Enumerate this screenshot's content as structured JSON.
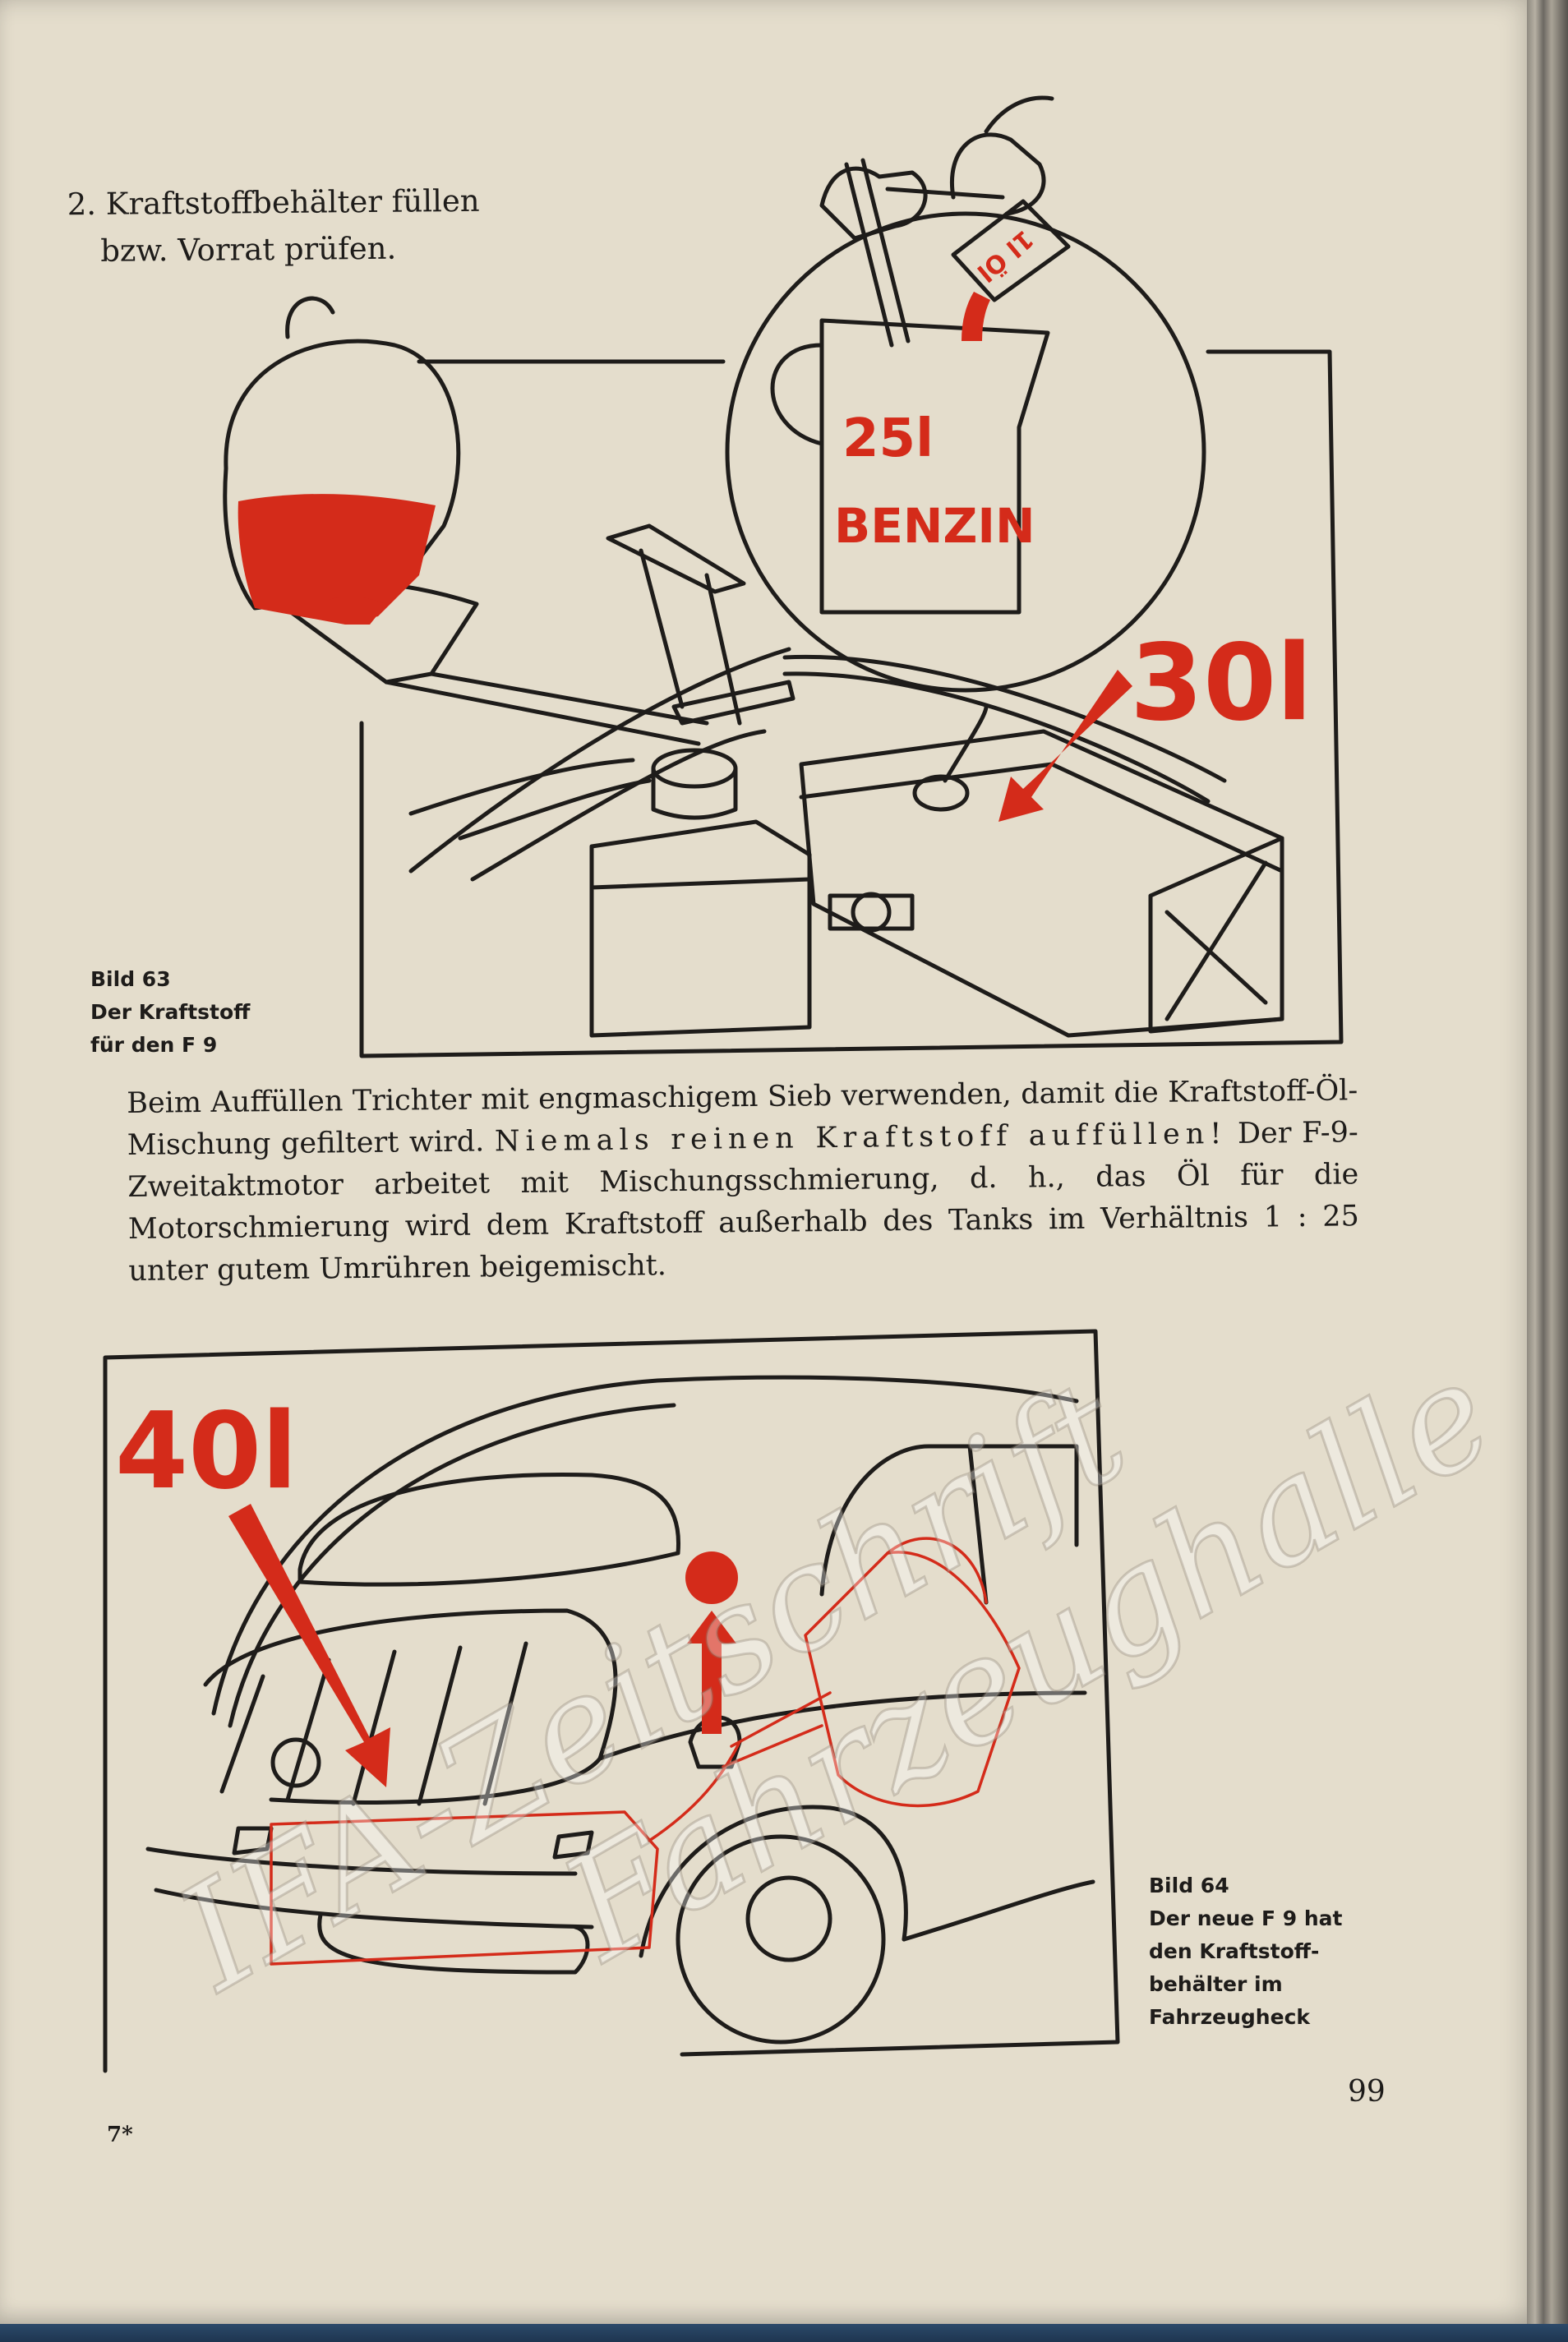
{
  "heading": {
    "line1": "2. Kraftstoffbehälter füllen",
    "line2": "bzw. Vorrat prüfen."
  },
  "figure63": {
    "can_label_line1": "25l",
    "can_label_line2": "BENZIN",
    "small_can_label": "1l Öl",
    "tank_volume": "30l",
    "caption_line1": "Bild 63",
    "caption_line2": "Der Kraftstoff",
    "caption_line3": "für den F 9"
  },
  "paragraph": {
    "p1": "Beim Auffüllen Trichter mit engmaschigem Sieb verwenden, damit die Kraftstoff-Öl-Mischung gefiltert wird. ",
    "p2": "Niemals reinen Kraftstoff auffüllen!",
    "p3": " Der F-9-Zweitaktmotor arbeitet mit Mischungsschmierung, d. h., das Öl für die Motorschmierung wird dem Kraftstoff außerhalb des Tanks im Verhältnis 1 : 25 unter gutem Umrühren beigemischt."
  },
  "figure64": {
    "tank_volume": "40l",
    "caption_line1": "Bild 64",
    "caption_line2": "Der neue F 9 hat",
    "caption_line3": "den Kraftstoff-",
    "caption_line4": "behälter im",
    "caption_line5": "Fahrzeugheck"
  },
  "footer": {
    "page_number": "99",
    "signature": "7*"
  },
  "watermark": {
    "line1": "IFA-Zeitschrift",
    "line2": "Fahrzeughalle"
  },
  "colors": {
    "paper": "#e4ddcc",
    "ink": "#1e1c1a",
    "red": "#d42b1a"
  }
}
